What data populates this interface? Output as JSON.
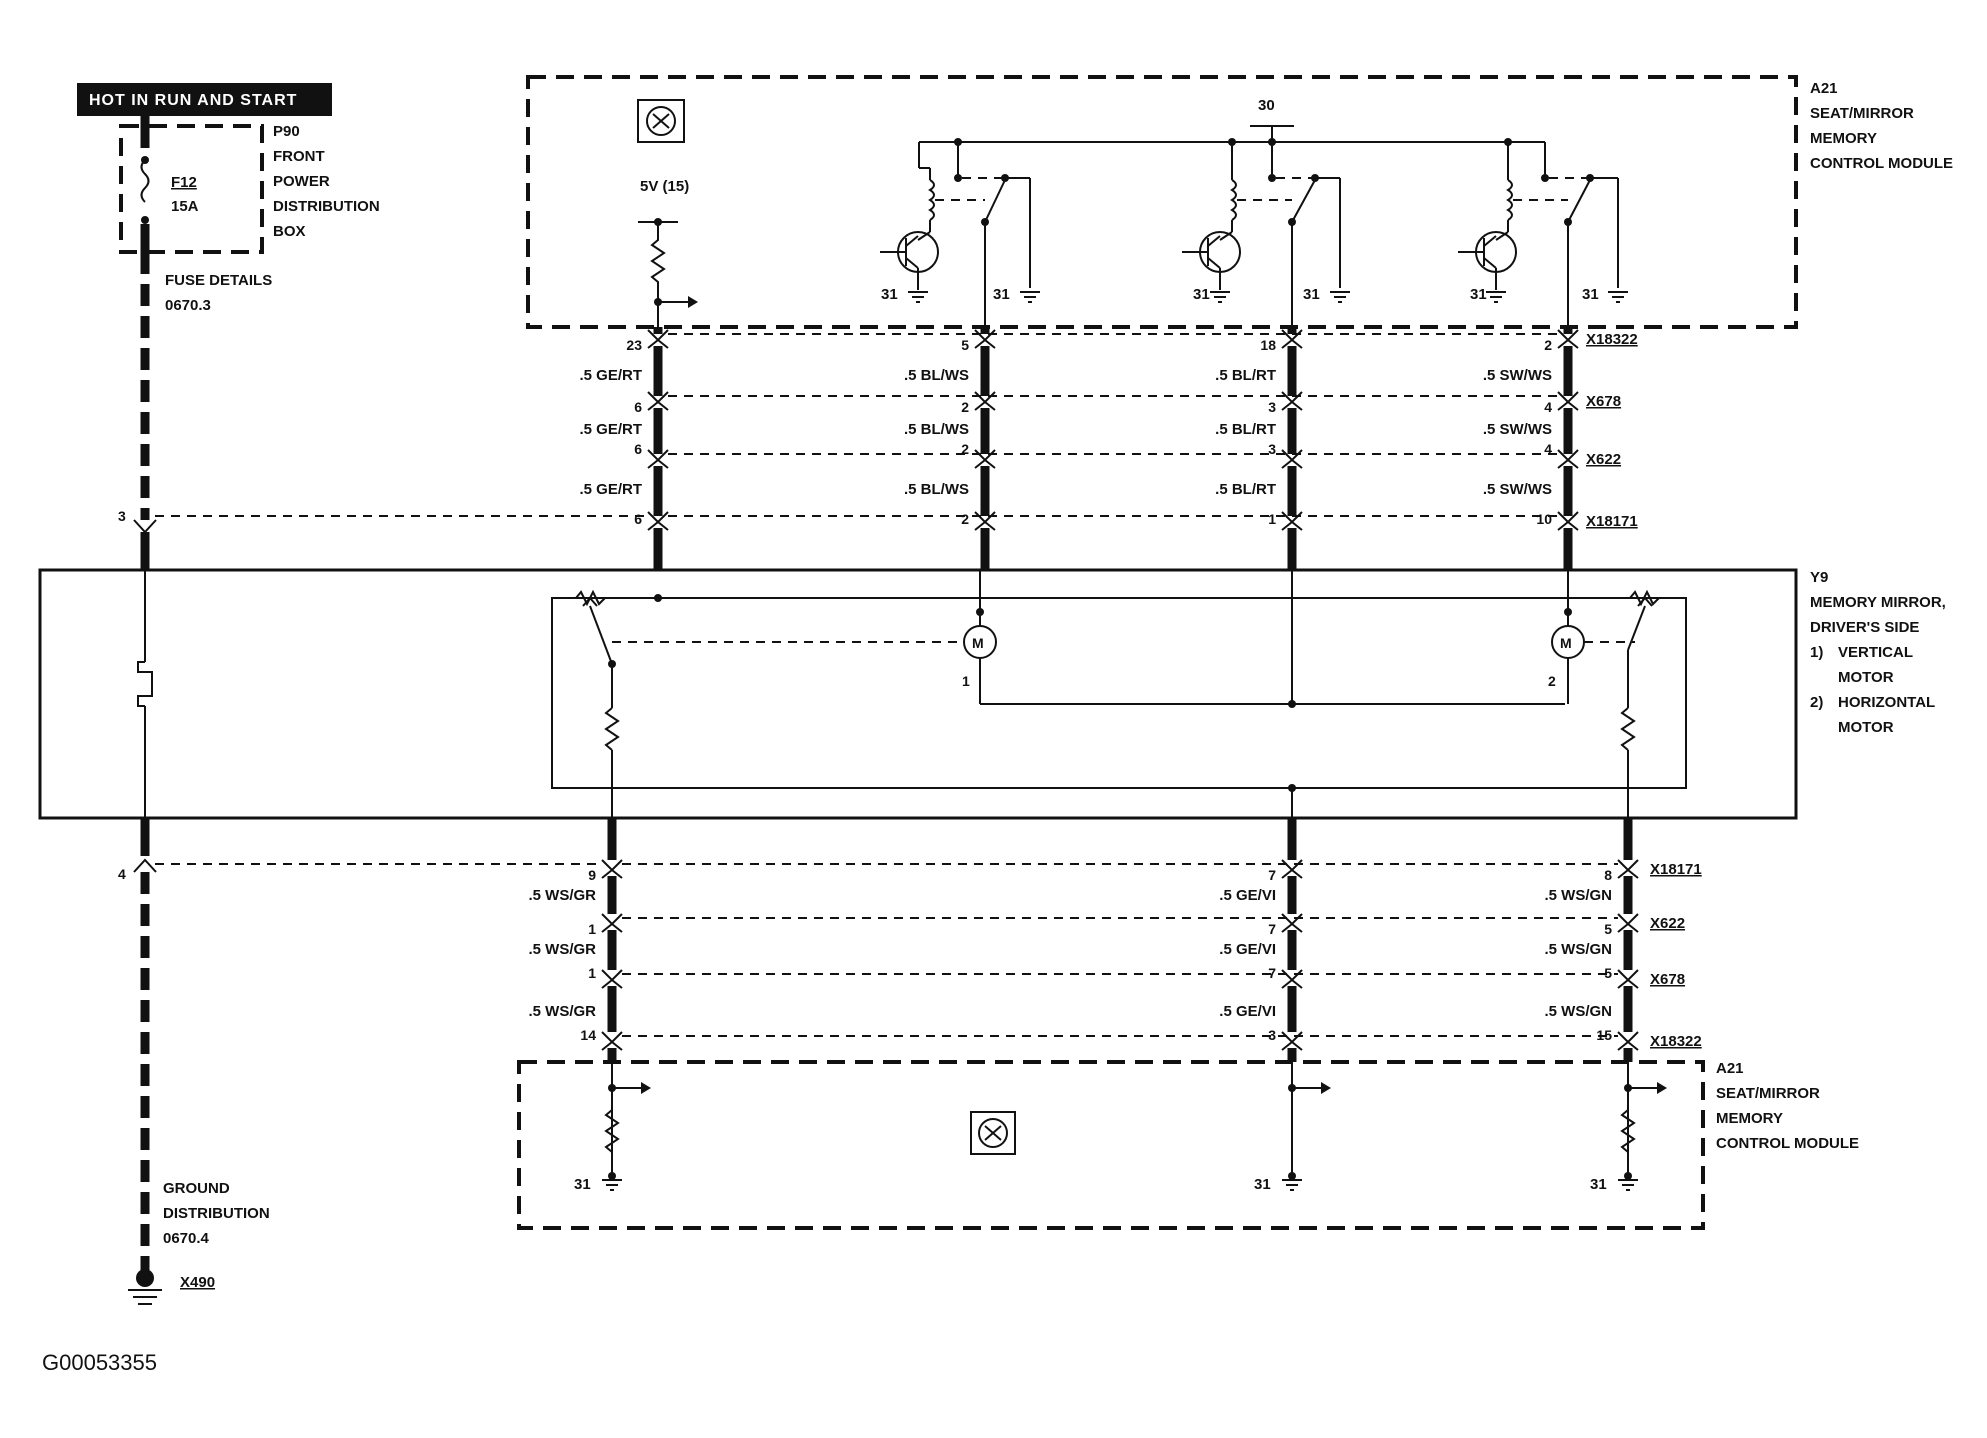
{
  "header": {
    "label": "HOT IN RUN AND START"
  },
  "fusebox": {
    "fuse_name": "F12",
    "fuse_rating": "15A",
    "box_lines": [
      "P90",
      "FRONT",
      "POWER",
      "DISTRIBUTION",
      "BOX"
    ],
    "details_lines": [
      "FUSE DETAILS",
      "0670.3"
    ]
  },
  "ground": {
    "lines": [
      "GROUND",
      "DISTRIBUTION",
      "0670.4"
    ],
    "id": "X490"
  },
  "module_top": {
    "lines": [
      "A21",
      "SEAT/MIRROR",
      "MEMORY",
      "CONTROL MODULE"
    ],
    "supply": "5V (15)",
    "terminal_30": "30",
    "ground_31": "31"
  },
  "module_bottom": {
    "lines": [
      "A21",
      "SEAT/MIRROR",
      "MEMORY",
      "CONTROL MODULE"
    ],
    "ground_31": "31"
  },
  "mirror": {
    "lines": [
      "Y9",
      "MEMORY MIRROR,",
      "DRIVER'S SIDE",
      "1)",
      "VERTICAL",
      "MOTOR",
      "2)",
      "HORIZONTAL",
      "MOTOR"
    ],
    "motor_symbol": "M",
    "motor1_num": "1",
    "motor2_num": "2"
  },
  "left_pins": {
    "top": "3",
    "bottom": "4"
  },
  "connectors_top": [
    "X18322",
    "X678",
    "X622",
    "X18171"
  ],
  "connectors_bottom": [
    "X18171",
    "X622",
    "X678",
    "X18322"
  ],
  "wires_top": [
    {
      "color": ".5 GE/RT",
      "pins": [
        "23",
        "6",
        "6",
        "6"
      ]
    },
    {
      "color": ".5 BL/WS",
      "pins": [
        "5",
        "2",
        "2",
        "2"
      ]
    },
    {
      "color": ".5 BL/RT",
      "pins": [
        "18",
        "3",
        "3",
        "1"
      ]
    },
    {
      "color": ".5 SW/WS",
      "pins": [
        "2",
        "4",
        "4",
        "10"
      ]
    }
  ],
  "wires_bottom": [
    {
      "color": ".5 WS/GR",
      "pins": [
        "9",
        "1",
        "1",
        "14"
      ]
    },
    {
      "color": ".5 GE/VI",
      "pins": [
        "7",
        "7",
        "7",
        "3"
      ]
    },
    {
      "color": ".5 WS/GN",
      "pins": [
        "8",
        "5",
        "5",
        "15"
      ]
    }
  ],
  "figure_id": "G00053355"
}
